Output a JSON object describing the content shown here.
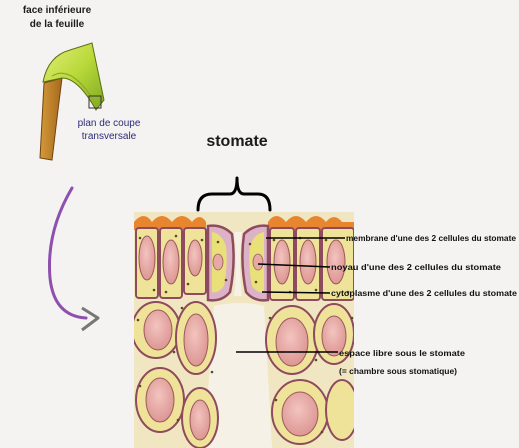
{
  "leaf_labels": {
    "face_line1": "face inférieure",
    "face_line2": "de la feuille",
    "cut_line1": "plan de coupe",
    "cut_line2": "transversale"
  },
  "stomate_title": "stomate",
  "annotations": [
    {
      "key": "membrane",
      "text": "membrane d'une des 2 cellules du stomate"
    },
    {
      "key": "noyau",
      "text": "noyau d'une des 2 cellules du stomate"
    },
    {
      "key": "cytoplasme",
      "text": "cytoplasme d'une des 2 cellules du stomate"
    },
    {
      "key": "espace_line1",
      "text": "espace libre sous le stomate"
    },
    {
      "key": "espace_line2",
      "text": "(= chambre sous stomatique)"
    }
  ],
  "colors": {
    "leaf_green": "#b9d93a",
    "leaf_brown": "#c78a2a",
    "arrow_purple": "#8e4fae",
    "cell_wall": "#8e4a5e",
    "cytoplasm": "#e9e07a",
    "nucleus_pink": "#e6a9a6",
    "epidermis_orange": "#e8852f",
    "guard_cell_pink": "#dcb2c6"
  }
}
